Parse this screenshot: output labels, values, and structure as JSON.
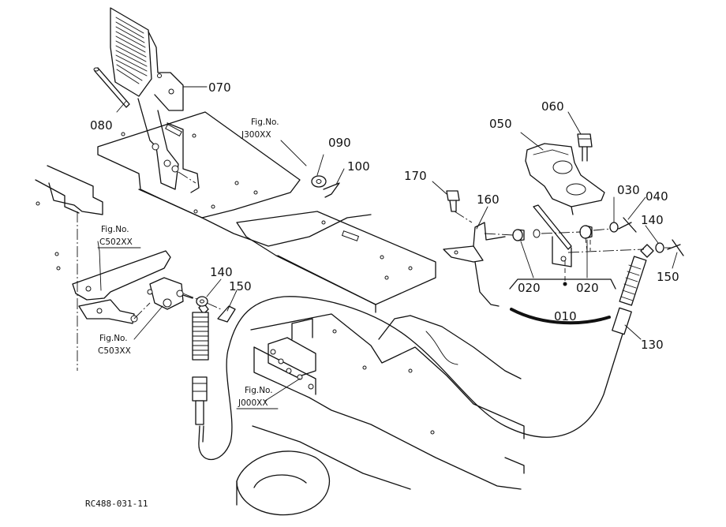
{
  "parts": {
    "p070": "070",
    "p080": "080",
    "p090": "090",
    "p100": "100",
    "p050": "050",
    "p060": "060",
    "p170": "170",
    "p160": "160",
    "p030": "030",
    "p040": "040",
    "p140a": "140",
    "p150a": "150",
    "p020a": "020",
    "p020b": "020",
    "p010": "010",
    "p130": "130",
    "p140b": "140",
    "p150b": "150"
  },
  "refs": {
    "j300_label": "Fig.No.",
    "j300_code": "J300XX",
    "c502_label": "Fig.No.",
    "c502_code": "C502XX",
    "c503_label": "Fig.No.",
    "c503_code": "C503XX",
    "j000_label": "Fig.No.",
    "j000_code": "J000XX"
  },
  "drawing_code": "RC488-031-11"
}
